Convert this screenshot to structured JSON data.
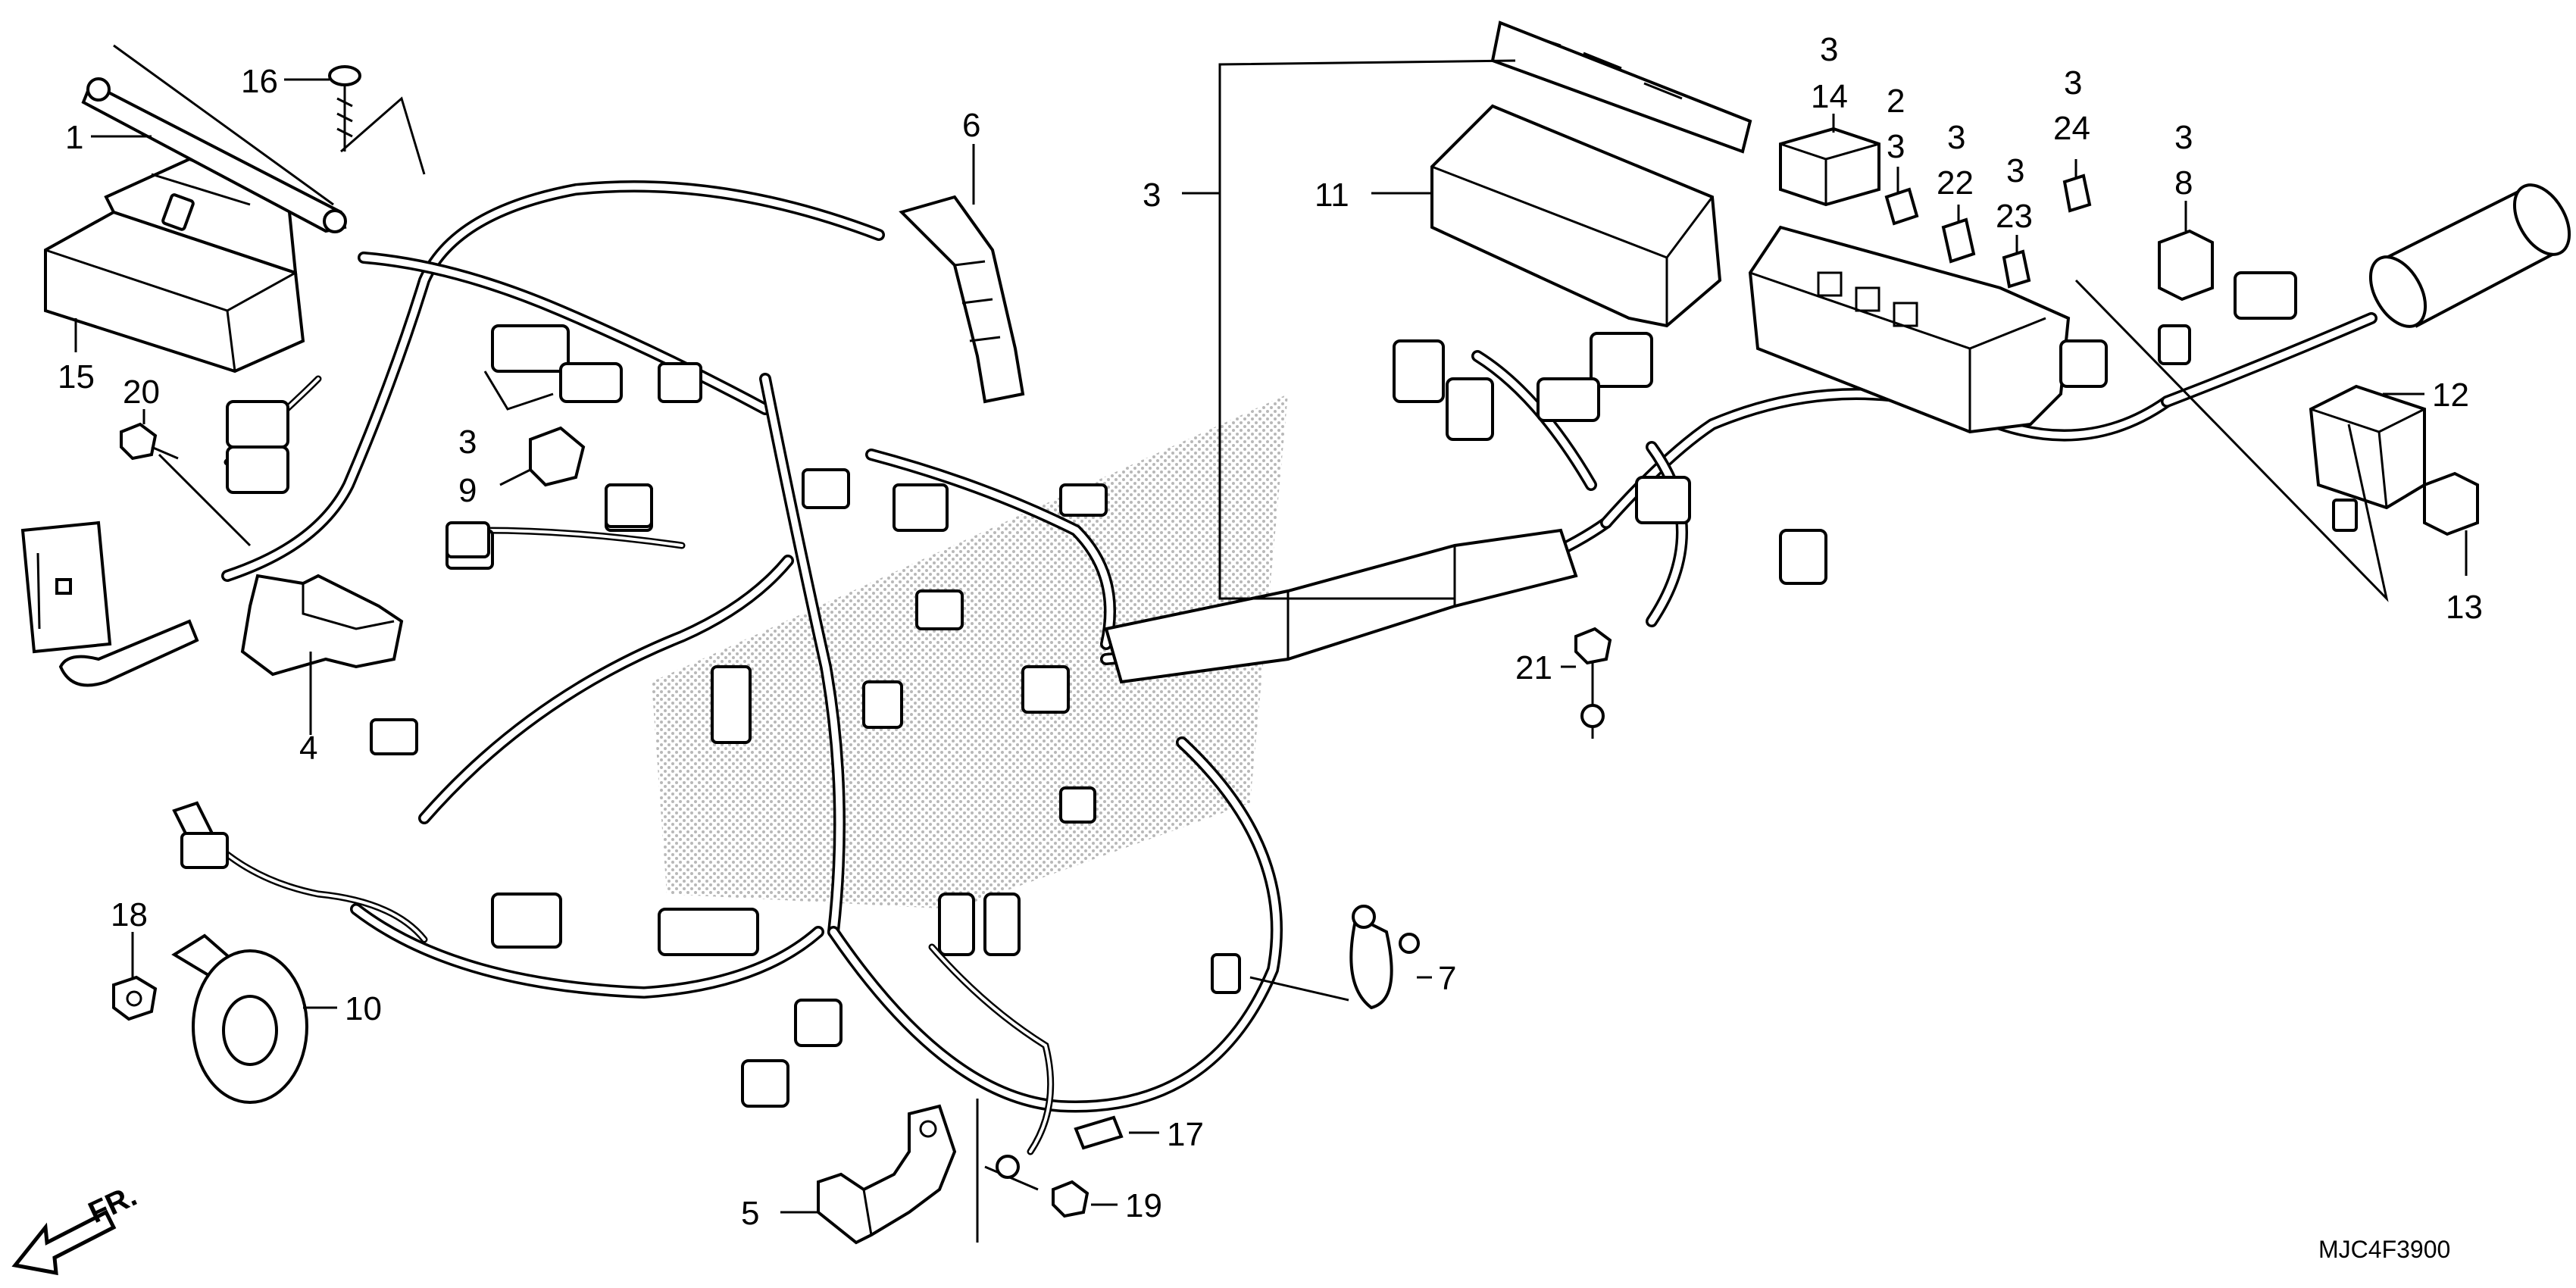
{
  "diagram": {
    "drawing_code": "MJC4F3900",
    "direction_mark": "FR.",
    "callouts": [
      {
        "id": "c1",
        "number": "1"
      },
      {
        "id": "c2",
        "number": "2"
      },
      {
        "id": "c3",
        "number": "3"
      },
      {
        "id": "c3b",
        "number": "3"
      },
      {
        "id": "c3c",
        "number": "3"
      },
      {
        "id": "c3d",
        "number": "3"
      },
      {
        "id": "c3e",
        "number": "3"
      },
      {
        "id": "c3f",
        "number": "3"
      },
      {
        "id": "c3g",
        "number": "3"
      },
      {
        "id": "c3h",
        "number": "3"
      },
      {
        "id": "c3i",
        "number": "3"
      },
      {
        "id": "c4",
        "number": "4"
      },
      {
        "id": "c5",
        "number": "5"
      },
      {
        "id": "c6",
        "number": "6"
      },
      {
        "id": "c7",
        "number": "7"
      },
      {
        "id": "c8",
        "number": "8"
      },
      {
        "id": "c9",
        "number": "9"
      },
      {
        "id": "c10",
        "number": "10"
      },
      {
        "id": "c11",
        "number": "11"
      },
      {
        "id": "c12",
        "number": "12"
      },
      {
        "id": "c13",
        "number": "13"
      },
      {
        "id": "c14",
        "number": "14"
      },
      {
        "id": "c15",
        "number": "15"
      },
      {
        "id": "c16",
        "number": "16"
      },
      {
        "id": "c17",
        "number": "17"
      },
      {
        "id": "c18",
        "number": "18"
      },
      {
        "id": "c19",
        "number": "19"
      },
      {
        "id": "c20",
        "number": "20"
      },
      {
        "id": "c21",
        "number": "21"
      },
      {
        "id": "c22",
        "number": "22"
      },
      {
        "id": "c23",
        "number": "23"
      },
      {
        "id": "c24",
        "number": "24"
      }
    ],
    "colors": {
      "ink": "#000000",
      "paper": "#ffffff",
      "watermark": "#b0b0b0"
    }
  }
}
